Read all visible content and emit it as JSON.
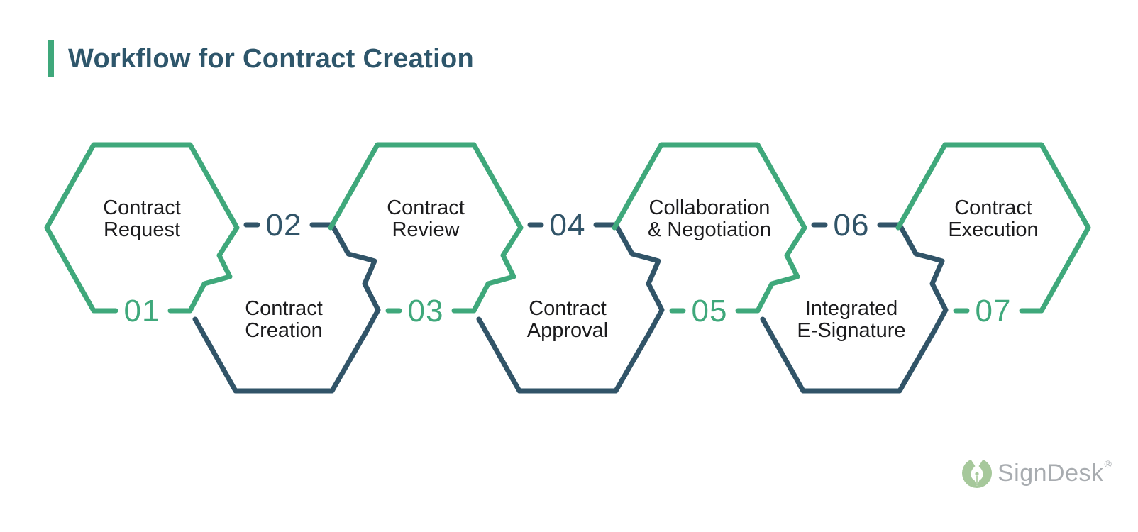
{
  "title": "Workflow for Contract Creation",
  "steps": [
    {
      "number": "01",
      "label_lines": [
        "Contract",
        "Request"
      ],
      "row": "top",
      "color": "green"
    },
    {
      "number": "02",
      "label_lines": [
        "Contract",
        "Creation"
      ],
      "row": "bottom",
      "color": "navy"
    },
    {
      "number": "03",
      "label_lines": [
        "Contract",
        "Review"
      ],
      "row": "top",
      "color": "green"
    },
    {
      "number": "04",
      "label_lines": [
        "Contract",
        "Approval"
      ],
      "row": "bottom",
      "color": "navy"
    },
    {
      "number": "05",
      "label_lines": [
        "Collaboration",
        "& Negotiation"
      ],
      "row": "bottom_label_top_hex",
      "color": "green"
    },
    {
      "number": "06",
      "label_lines": [
        "Integrated",
        "E-Signature"
      ],
      "row": "bottom",
      "color": "navy"
    },
    {
      "number": "07",
      "label_lines": [
        "Contract",
        "Execution"
      ],
      "row": "top",
      "color": "green"
    }
  ],
  "colors": {
    "green": "#3FA87B",
    "navy": "#315468",
    "title": "#2E566B",
    "label": "#1C1C1E",
    "logo_text": "#A8ACB0",
    "logo_icon_green": "#A6C89B"
  },
  "logo": {
    "text": "SignDesk",
    "registered": "®",
    "icon": "pen-nib-hands-icon"
  }
}
